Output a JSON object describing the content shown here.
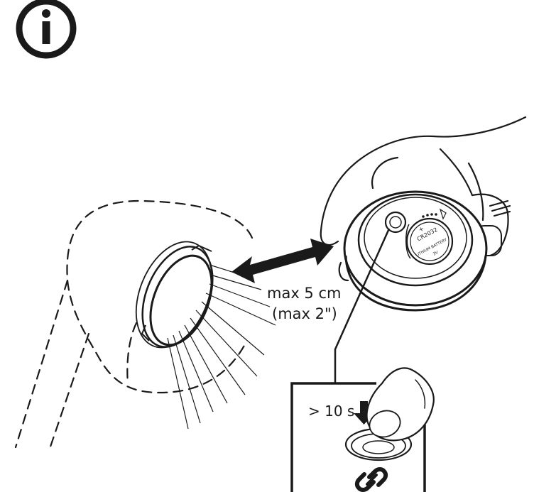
{
  "labels": {
    "distance_cm": "max 5 cm",
    "distance_in": "(max 2\")",
    "hold_time": "> 10 s"
  },
  "battery_text": {
    "model": "CR2032",
    "type": "LITHIUM BATTERY",
    "voltage": "3V"
  },
  "colors": {
    "ink": "#1a1a1a",
    "background": "#ffffff"
  },
  "icons": [
    "info-icon",
    "double-arrow-icon",
    "down-arrow-icon",
    "pairing-link-icon",
    "hand-icon",
    "finger-icon"
  ]
}
